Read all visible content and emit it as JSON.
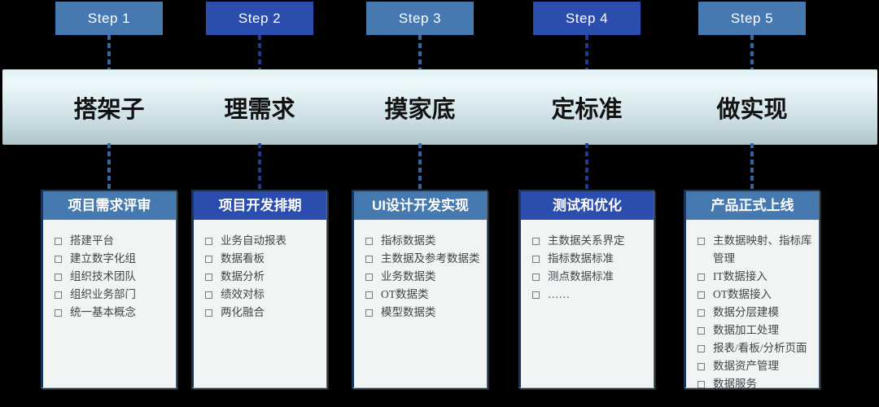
{
  "colors": {
    "canvas_bg": "#000000",
    "step_light": "#4579af",
    "step_dark": "#2b4dad",
    "dash_light": "#34659e",
    "dash_dark": "#21398f",
    "card_bg": "#f0f4f5",
    "card_border": "#15355c",
    "item_text": "#454545",
    "bullet_color": "#7c7c7c",
    "phase_text": "#121212"
  },
  "columns": [
    {
      "step_label": "Step 1",
      "phase_label": "搭架子",
      "card": {
        "title": "项目需求评审",
        "items": [
          "搭建平台",
          "建立数字化组",
          "组织技术团队",
          "组织业务部门",
          "统一基本概念"
        ]
      }
    },
    {
      "step_label": "Step 2",
      "phase_label": "理需求",
      "card": {
        "title": "项目开发排期",
        "items": [
          "业务自动报表",
          "数据看板",
          "数据分析",
          "绩效对标",
          "两化融合"
        ]
      }
    },
    {
      "step_label": "Step 3",
      "phase_label": "摸家底",
      "card": {
        "title": "UI设计开发实现",
        "items": [
          "指标数据类",
          "主数据及参考数据类",
          "业务数据类",
          "OT数据类",
          "模型数据类"
        ]
      }
    },
    {
      "step_label": "Step 4",
      "phase_label": "定标准",
      "card": {
        "title": "测试和优化",
        "items": [
          "主数据关系界定",
          "指标数据标准",
          "测点数据标准",
          "……"
        ]
      }
    },
    {
      "step_label": "Step 5",
      "phase_label": "做实现",
      "card": {
        "title": "产品正式上线",
        "items": [
          "主数据映射、指标库管理",
          "IT数据接入",
          "OT数据接入",
          "数据分层建模",
          "数据加工处理",
          "报表/看板/分析页面",
          "数据资产管理",
          "数据服务"
        ]
      }
    }
  ]
}
